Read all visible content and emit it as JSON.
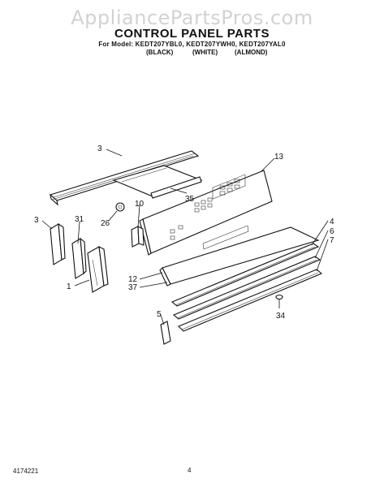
{
  "watermark": "AppliancePartsPros.com",
  "title": "CONTROL PANEL PARTS",
  "models_line": "For Model: KEDT207YBL0, KEDT207YWH0, KEDT207YAL0",
  "colors": [
    "(BLACK)",
    "(WHITE)",
    "(ALMOND)"
  ],
  "footer_code": "4174221",
  "page_number": "4",
  "callouts": {
    "c3_top": "3",
    "c13": "13",
    "c35": "35",
    "c10": "10",
    "c26": "26",
    "c3_left": "3",
    "c31": "31",
    "c1": "1",
    "c4": "4",
    "c6": "6",
    "c7": "7",
    "c12": "12",
    "c37": "37",
    "c5": "5",
    "c34": "34"
  }
}
